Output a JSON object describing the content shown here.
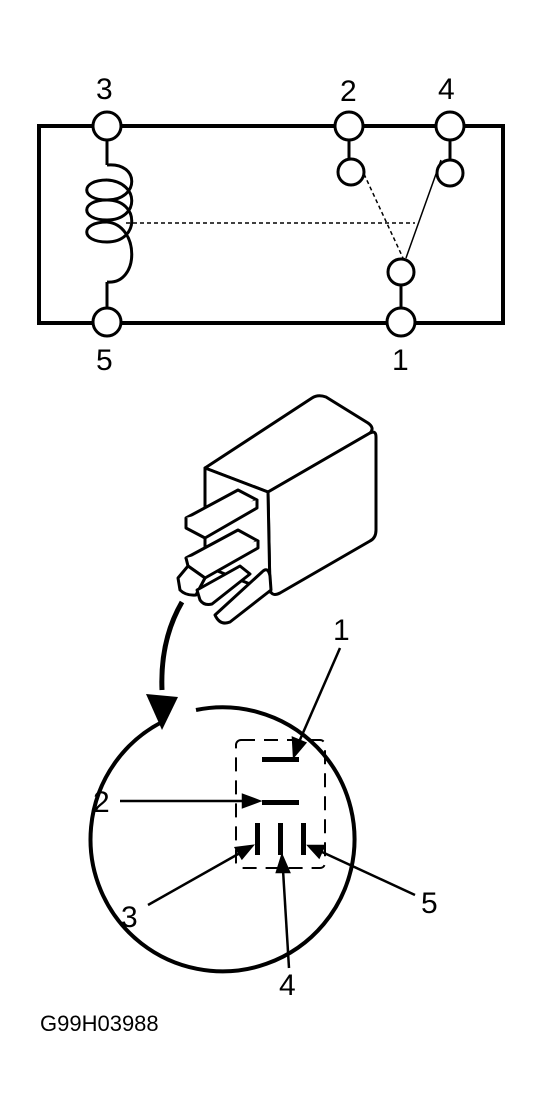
{
  "schematic": {
    "terminal_labels": {
      "t3": "3",
      "t2": "2",
      "t4": "4",
      "t5": "5",
      "t1": "1"
    }
  },
  "connector_view": {
    "pin_labels": {
      "p1": "1",
      "p2": "2",
      "p3": "3",
      "p4": "4",
      "p5": "5"
    }
  },
  "figure_code": "G99H03988",
  "colors": {
    "line": "#000000",
    "background": "#ffffff"
  }
}
